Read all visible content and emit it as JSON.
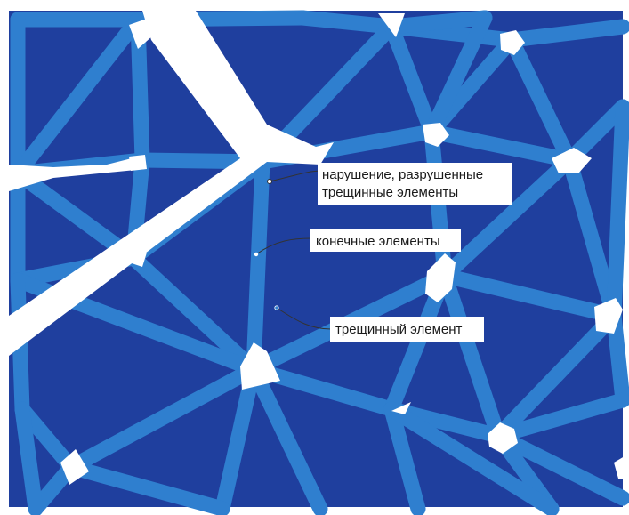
{
  "colors": {
    "background": "#ffffff",
    "finite_element": "#1f3f9e",
    "crack_element": "#2f7fcf",
    "leader_line": "#333333",
    "label_box": "#ffffff"
  },
  "annotations": [
    {
      "id": "broken",
      "lines": [
        "нарушение, разрушенные",
        "трещинные элементы"
      ]
    },
    {
      "id": "finite",
      "lines": [
        "конечные элементы"
      ]
    },
    {
      "id": "crack",
      "lines": [
        "трещинный элемент"
      ]
    }
  ]
}
